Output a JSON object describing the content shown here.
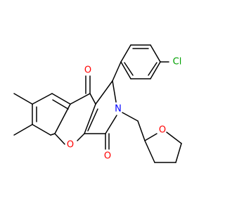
{
  "colors": {
    "background": "#ffffff",
    "bond": "#000000",
    "oxygen": "#ff0000",
    "nitrogen": "#0000ff",
    "chlorine": "#00a000"
  },
  "atoms": {
    "cl": "Cl",
    "o_ketone": "O",
    "o_ring": "O",
    "o_lactam": "O",
    "n": "N",
    "o_thf": "O"
  }
}
